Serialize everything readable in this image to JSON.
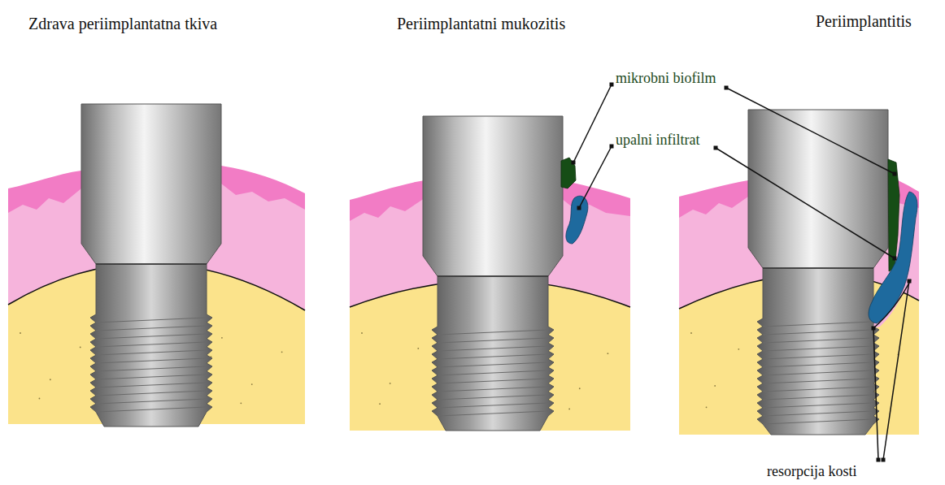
{
  "diagram": {
    "labels": [
      "Zdrava periimplantatna tkiva",
      "Periimplantatni mukozitis",
      "Periimplantitis",
      "mikrobni biofilm",
      "upalni infiltrat",
      "resorpcija kosti"
    ]
  }
}
